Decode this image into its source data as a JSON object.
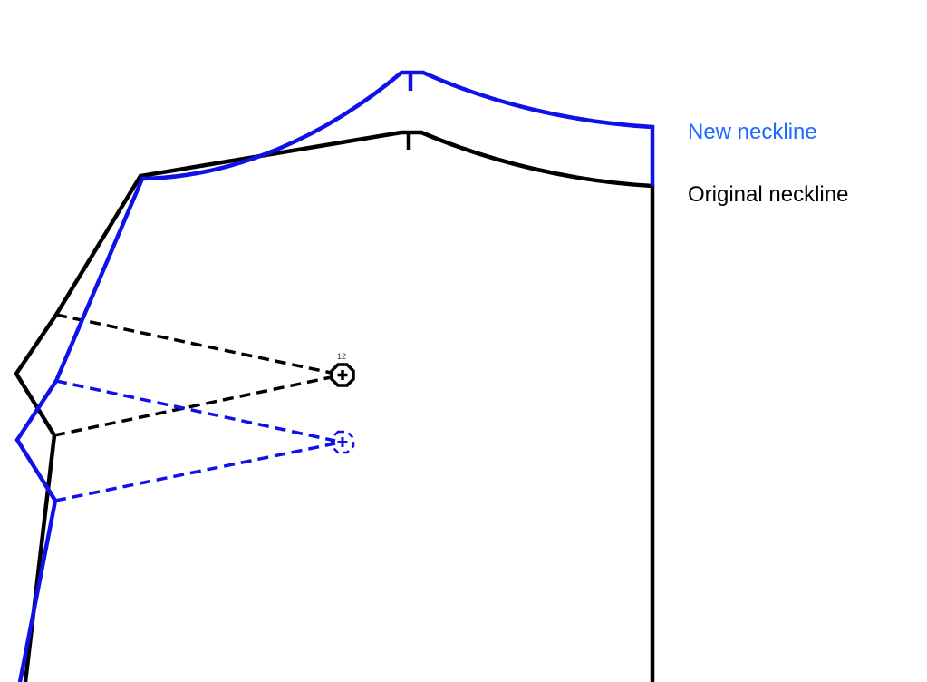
{
  "legend": {
    "new_label": "New neckline",
    "original_label": "Original neckline"
  },
  "marker": {
    "number": "12"
  },
  "colors": {
    "original": "#000000",
    "new_line": "#1010e8",
    "new_label": "#1a6bff"
  }
}
